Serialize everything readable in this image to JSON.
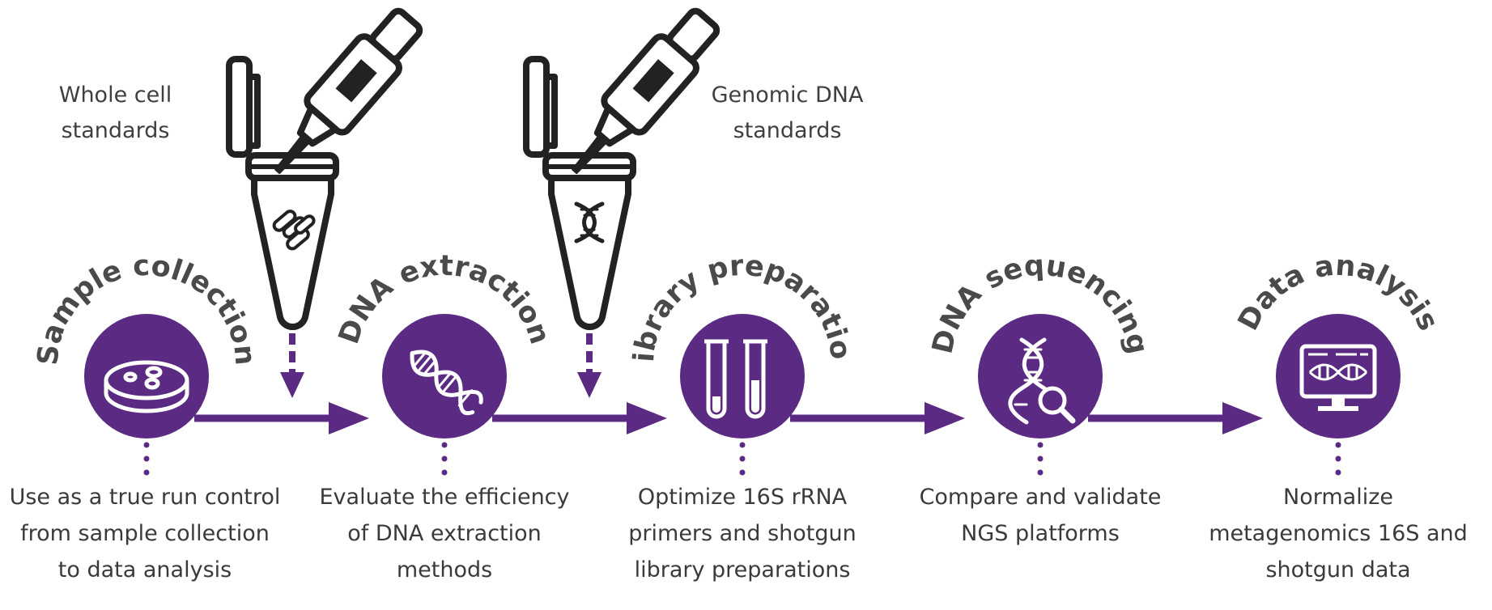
{
  "colors": {
    "purple": "#5b2a83",
    "dark": "#222222",
    "text": "#3a3a3a"
  },
  "standards": [
    {
      "label": "Whole cell\nstandards",
      "tube_icon": "bacteria-icon"
    },
    {
      "label": "Genomic DNA\nstandards",
      "tube_icon": "dna-icon"
    }
  ],
  "steps": [
    {
      "title": "Sample collection",
      "icon": "petri-dish-icon",
      "description": "Use as a true run control\nfrom sample collection\nto data analysis"
    },
    {
      "title": "DNA extraction",
      "icon": "dna-helix-icon",
      "description": "Evaluate the efficiency\nof DNA extraction\nmethods"
    },
    {
      "title": "Library preparation",
      "icon": "test-tubes-icon",
      "description": "Optimize 16S rRNA\nprimers and shotgun\nlibrary preparations"
    },
    {
      "title": "DNA sequencing",
      "icon": "dna-magnifier-icon",
      "description": "Compare and validate\nNGS platforms"
    },
    {
      "title": "Data analysis",
      "icon": "monitor-dna-icon",
      "description": "Normalize\nmetagenomics 16S and\nshotgun data"
    }
  ]
}
